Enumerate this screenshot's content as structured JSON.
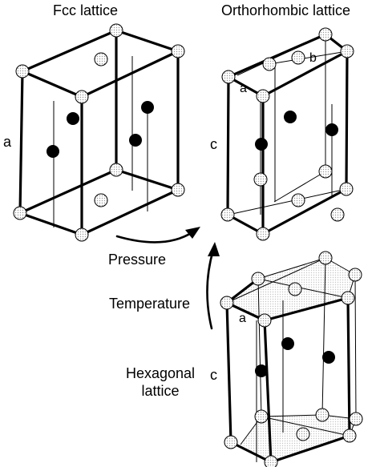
{
  "labels": {
    "fcc_title": "Fcc lattice",
    "ortho_title": "Orthorhombic lattice",
    "fcc_a": "a",
    "ortho_a": "a",
    "ortho_b": "b",
    "ortho_c": "c",
    "hex_a": "a",
    "hex_c": "c",
    "pressure": "Pressure",
    "temperature": "Temperature",
    "hex_title_line1": "Hexagonal",
    "hex_title_line2": "lattice"
  },
  "colors": {
    "line": "#000000",
    "corner_atom_fill": "#cfcfcf",
    "center_atom_fill": "#000000",
    "face_shade": "#e2e2e2"
  }
}
